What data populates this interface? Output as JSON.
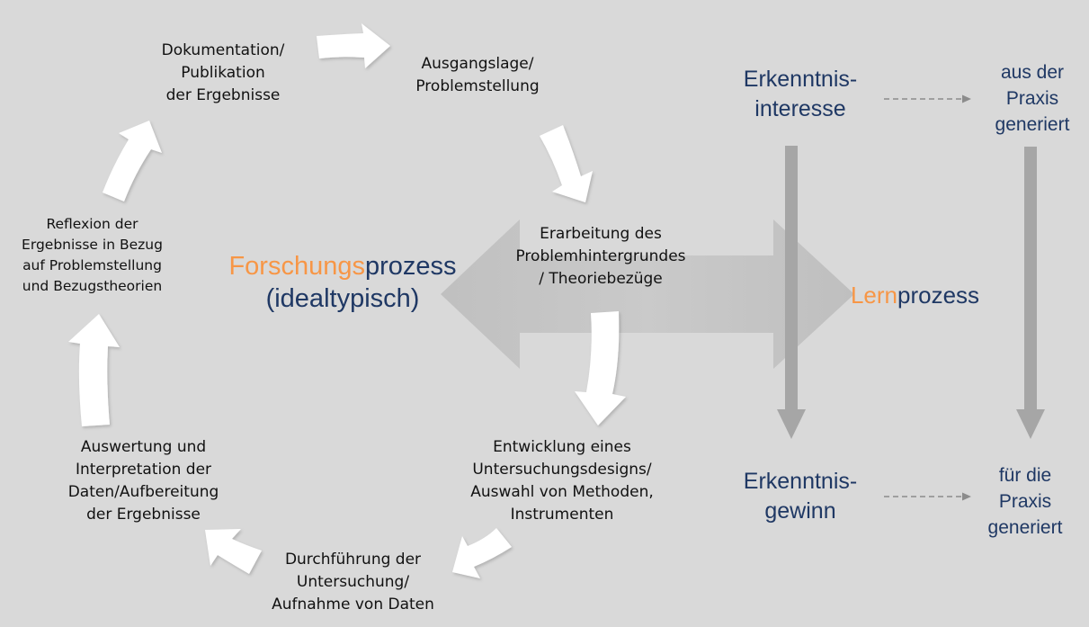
{
  "cycle": {
    "steps": [
      {
        "lines": [
          "Ausgangslage/",
          "Problemstellung"
        ]
      },
      {
        "lines": [
          "Erarbeitung des",
          "Problemhintergrundes",
          "/ Theoriebezüge"
        ]
      },
      {
        "lines": [
          "Entwicklung eines",
          "Untersuchungsdesigns/",
          "Auswahl von Methoden,",
          "Instrumenten"
        ]
      },
      {
        "lines": [
          "Durchführung der",
          "Untersuchung/",
          "Aufnahme von Daten"
        ]
      },
      {
        "lines": [
          "Auswertung und",
          "Interpretation der",
          "Daten/Aufbereitung",
          "der Ergebnisse"
        ]
      },
      {
        "lines": [
          "Reflexion der",
          "Ergebnisse in Bezug",
          "auf Problemstellung",
          "und Bezugstheorien"
        ]
      },
      {
        "lines": [
          "Dokumentation/",
          "Publikation",
          "der Ergebnisse"
        ]
      }
    ]
  },
  "forschung": {
    "part1": "Forschungs",
    "part2": "prozess",
    "line2": "(idealtypisch)"
  },
  "lern": {
    "part1": "Lern",
    "part2": "prozess"
  },
  "erkenntnis": {
    "top": [
      "Erkenntnis-",
      "interesse"
    ],
    "bottom": [
      "Erkenntnis-",
      "gewinn"
    ]
  },
  "praxis": {
    "top": [
      "aus der",
      "Praxis",
      "generiert"
    ],
    "bottom": [
      "für die",
      "Praxis",
      "generiert"
    ]
  },
  "colors": {
    "background": "#d9d9d9",
    "orange": "#f79646",
    "navy": "#1f3864",
    "arrow_white": "#ffffff",
    "arrow_grey": "#a6a6a6",
    "dashed": "#8c8c8c"
  }
}
